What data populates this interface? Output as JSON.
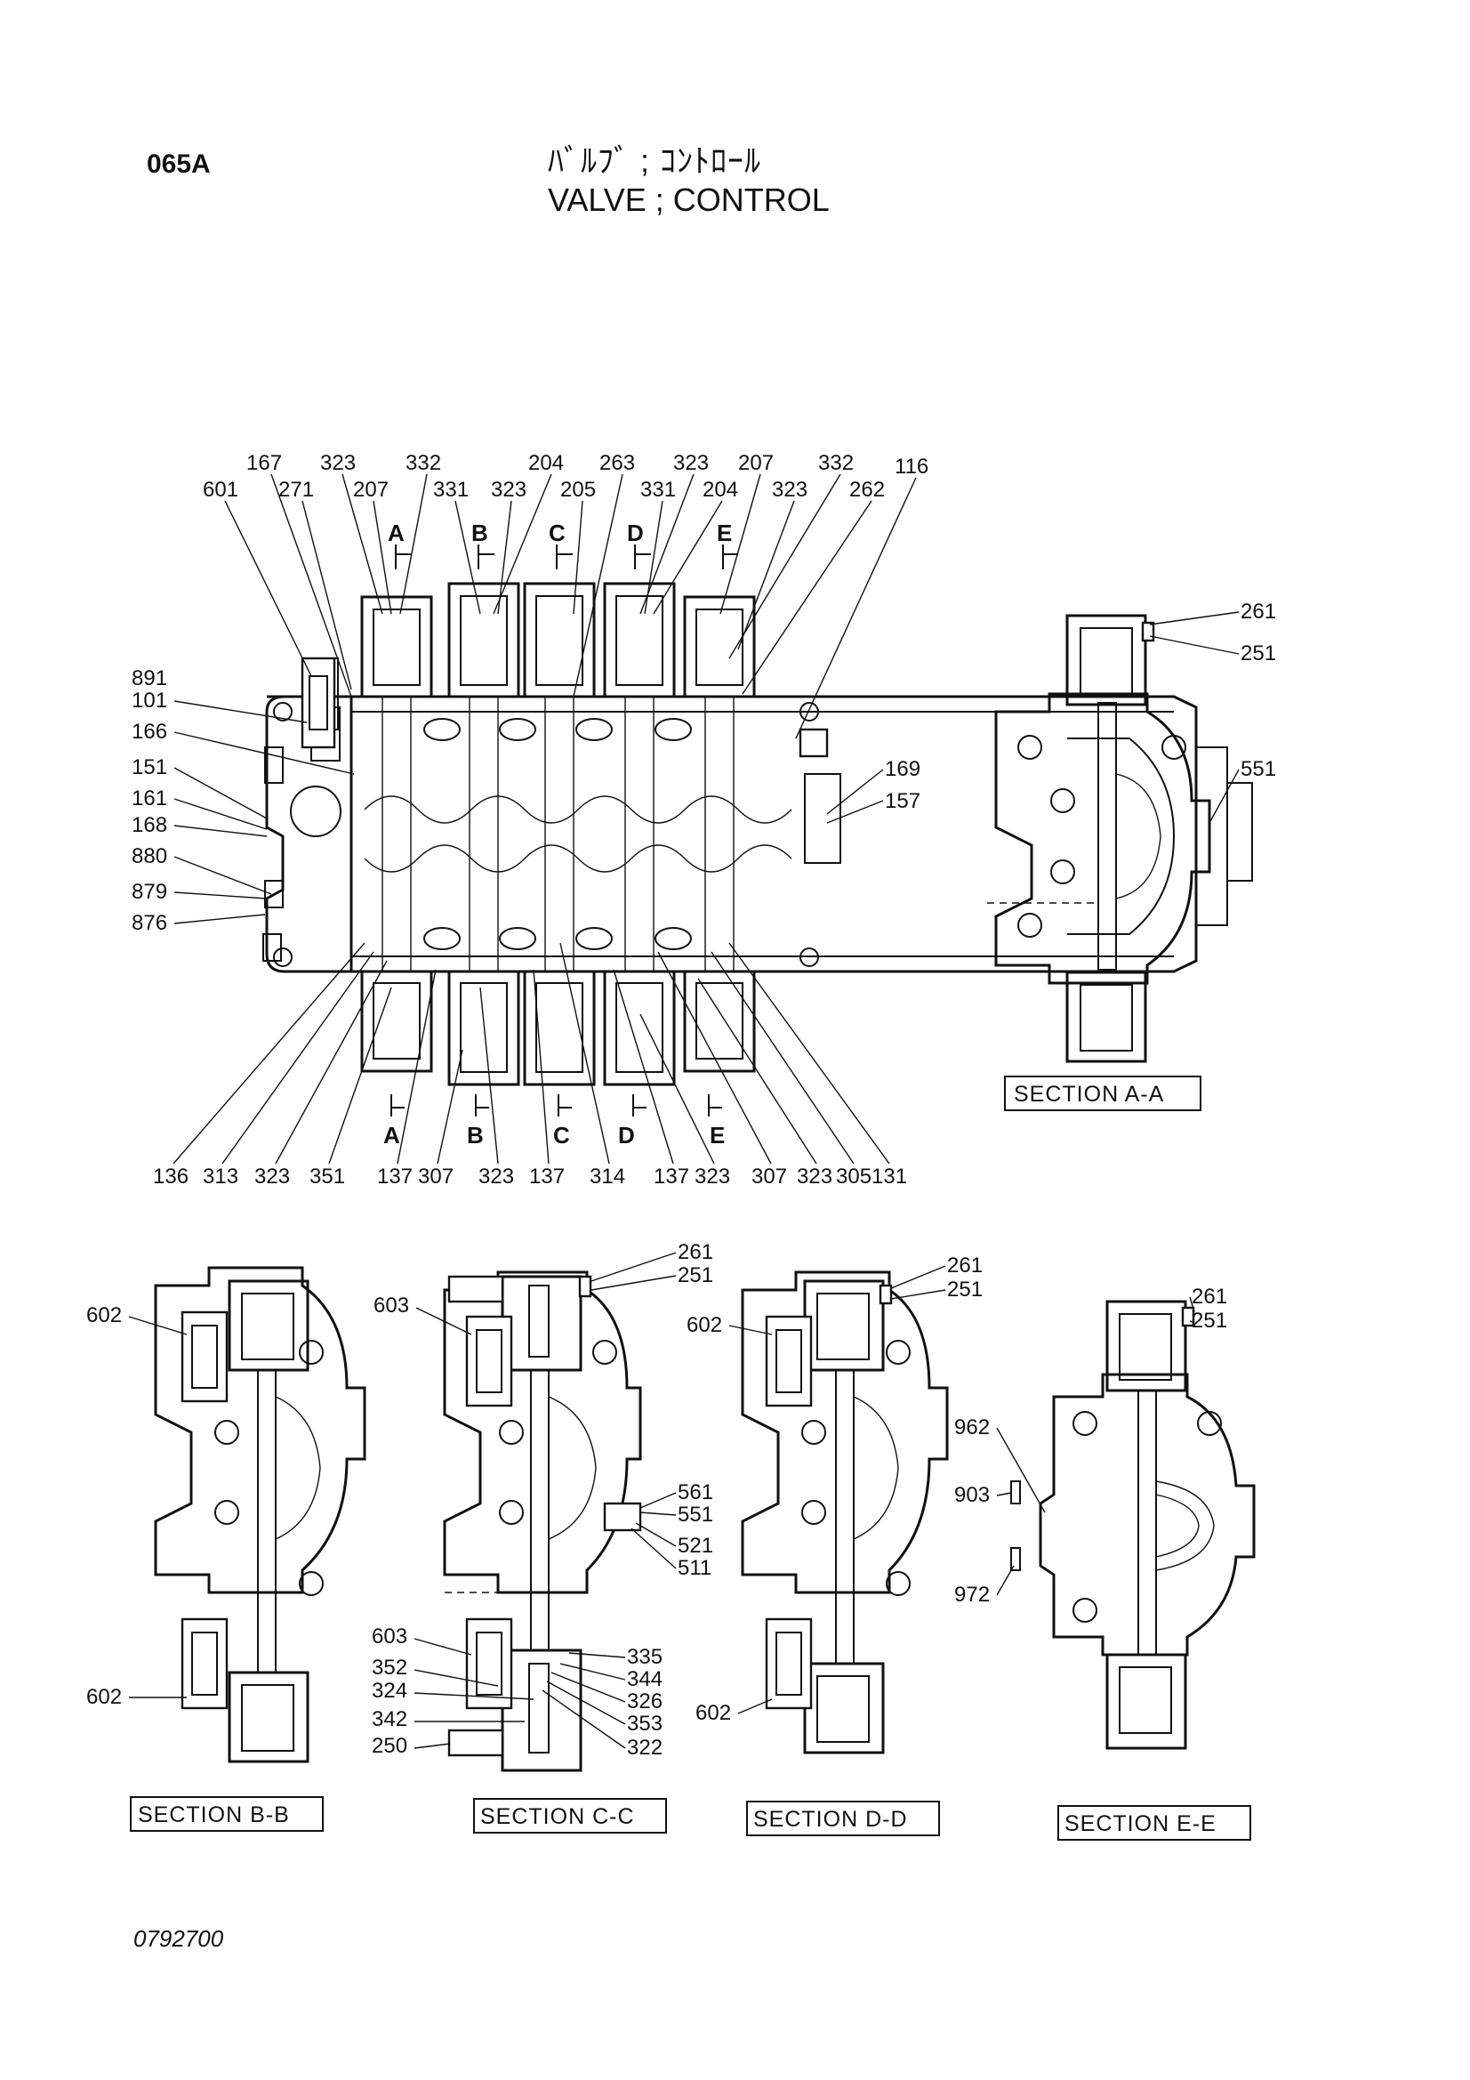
{
  "header": {
    "page_code": "065A",
    "title_jp": "ﾊﾞﾙﾌﾞ ; ｺﾝﾄﾛｰﾙ",
    "title_en": "VALVE ; CONTROL"
  },
  "footer": {
    "doc_number": "0792700"
  },
  "section_markers": {
    "a": "A",
    "b": "B",
    "c": "C",
    "d": "D",
    "e": "E"
  },
  "captions": {
    "aa": "SECTION A-A",
    "bb": "SECTION B-B",
    "cc": "SECTION C-C",
    "dd": "SECTION D-D",
    "ee": "SECTION E-E"
  },
  "main_labels_top": [
    "167",
    "323",
    "332",
    "204",
    "263",
    "323",
    "207",
    "332",
    "116",
    "601",
    "271",
    "207",
    "331",
    "323",
    "205",
    "331",
    "204",
    "323",
    "262"
  ],
  "main_labels_left": [
    "891",
    "101",
    "166",
    "151",
    "161",
    "168",
    "880",
    "879",
    "876"
  ],
  "main_labels_right": [
    "169",
    "157"
  ],
  "main_labels_bottom": [
    "136",
    "313",
    "323",
    "351",
    "137",
    "307",
    "323",
    "137",
    "314",
    "137",
    "323",
    "307",
    "323",
    "305",
    "131"
  ],
  "aa_labels": [
    "261",
    "251",
    "551"
  ],
  "bb_labels": [
    "602",
    "602"
  ],
  "cc_labels": [
    "261",
    "251",
    "603",
    "561",
    "551",
    "521",
    "511",
    "603",
    "352",
    "324",
    "342",
    "250",
    "335",
    "344",
    "326",
    "353",
    "322"
  ],
  "dd_labels": [
    "261",
    "251",
    "602",
    "602"
  ],
  "ee_labels": [
    "261",
    "251",
    "962",
    "903",
    "972"
  ]
}
